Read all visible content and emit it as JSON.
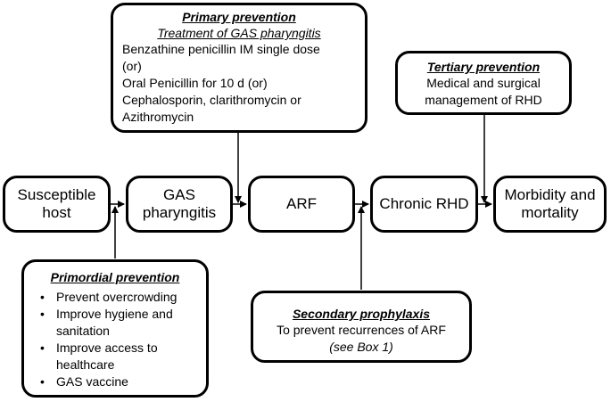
{
  "flow": {
    "susceptible_host": "Susceptible host",
    "gas_pharyngitis": "GAS pharyngitis",
    "arf": "ARF",
    "chronic_rhd": "Chronic RHD",
    "morbidity": "Morbidity and mortality"
  },
  "primary": {
    "title": "Primary prevention",
    "subtitle": "Treatment of GAS pharyngitis",
    "lines": [
      "Benzathine penicillin IM single dose",
      "(or)",
      "Oral Penicillin for 10 d (or)",
      "Cephalosporin, clarithromycin or",
      "Azithromycin"
    ]
  },
  "tertiary": {
    "title": "Tertiary prevention",
    "lines": [
      "Medical and surgical",
      "management of RHD"
    ]
  },
  "primordial": {
    "title": "Primordial prevention",
    "items": [
      "Prevent overcrowding",
      "Improve hygiene and sanitation",
      "Improve access to healthcare",
      "GAS vaccine"
    ]
  },
  "secondary": {
    "title": "Secondary prophylaxis",
    "line": "To prevent recurrences of ARF",
    "note": "(see Box 1)"
  }
}
